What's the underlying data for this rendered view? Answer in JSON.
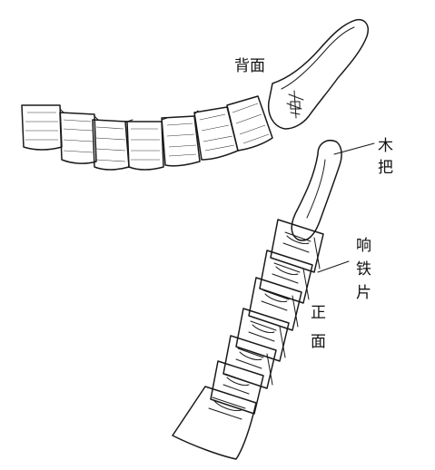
{
  "labels": {
    "back_face": "背面",
    "wood_handle": [
      "木",
      "把"
    ],
    "iron_plates": [
      "响",
      "铁",
      "片"
    ],
    "front_face": [
      "正",
      "面"
    ]
  },
  "colors": {
    "ink": "#1a1a1a",
    "background": "#ffffff"
  }
}
